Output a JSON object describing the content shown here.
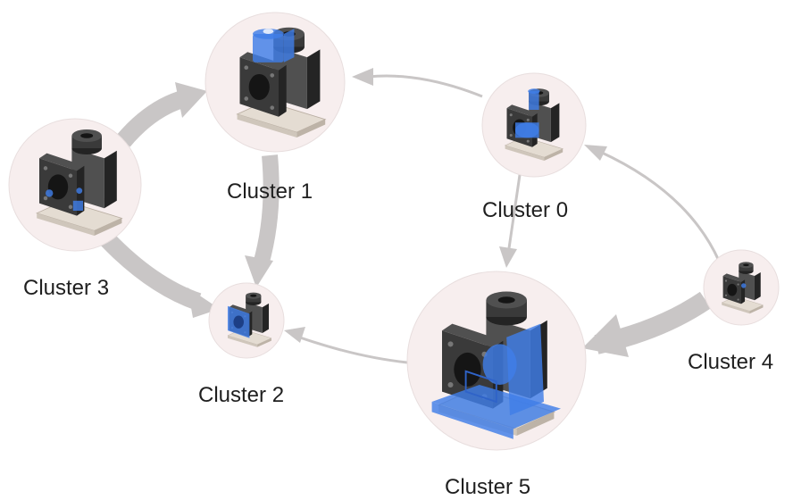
{
  "diagram": {
    "nodes": [
      {
        "id": 0,
        "label": "Cluster 0",
        "icon": "mechanical-assembly-icon",
        "highlight": "bolt-and-cylinder"
      },
      {
        "id": 1,
        "label": "Cluster 1",
        "icon": "mechanical-assembly-icon",
        "highlight": "top-block"
      },
      {
        "id": 2,
        "label": "Cluster 2",
        "icon": "mechanical-assembly-icon",
        "highlight": "front-plate"
      },
      {
        "id": 3,
        "label": "Cluster 3",
        "icon": "mechanical-assembly-icon",
        "highlight": "small-parts"
      },
      {
        "id": 4,
        "label": "Cluster 4",
        "icon": "mechanical-assembly-icon",
        "highlight": "small-screw"
      },
      {
        "id": 5,
        "label": "Cluster 5",
        "icon": "mechanical-assembly-icon",
        "highlight": "bracket-and-base"
      }
    ],
    "edges": [
      {
        "from": 0,
        "to": 1,
        "weight": "thin"
      },
      {
        "from": 0,
        "to": 5,
        "weight": "thin"
      },
      {
        "from": 4,
        "to": 0,
        "weight": "thin"
      },
      {
        "from": 4,
        "to": 5,
        "weight": "thick"
      },
      {
        "from": 5,
        "to": 2,
        "weight": "thin"
      },
      {
        "from": 1,
        "to": 2,
        "weight": "thick"
      },
      {
        "from": 3,
        "to": 1,
        "weight": "thick"
      },
      {
        "from": 3,
        "to": 2,
        "weight": "thick"
      }
    ],
    "colors": {
      "node_fill": "#f7eeee",
      "edge": "#c9c6c6",
      "highlight": "#3f7ee8",
      "part": "#3a3a3a",
      "base_plate": "#e4dcd2"
    }
  }
}
